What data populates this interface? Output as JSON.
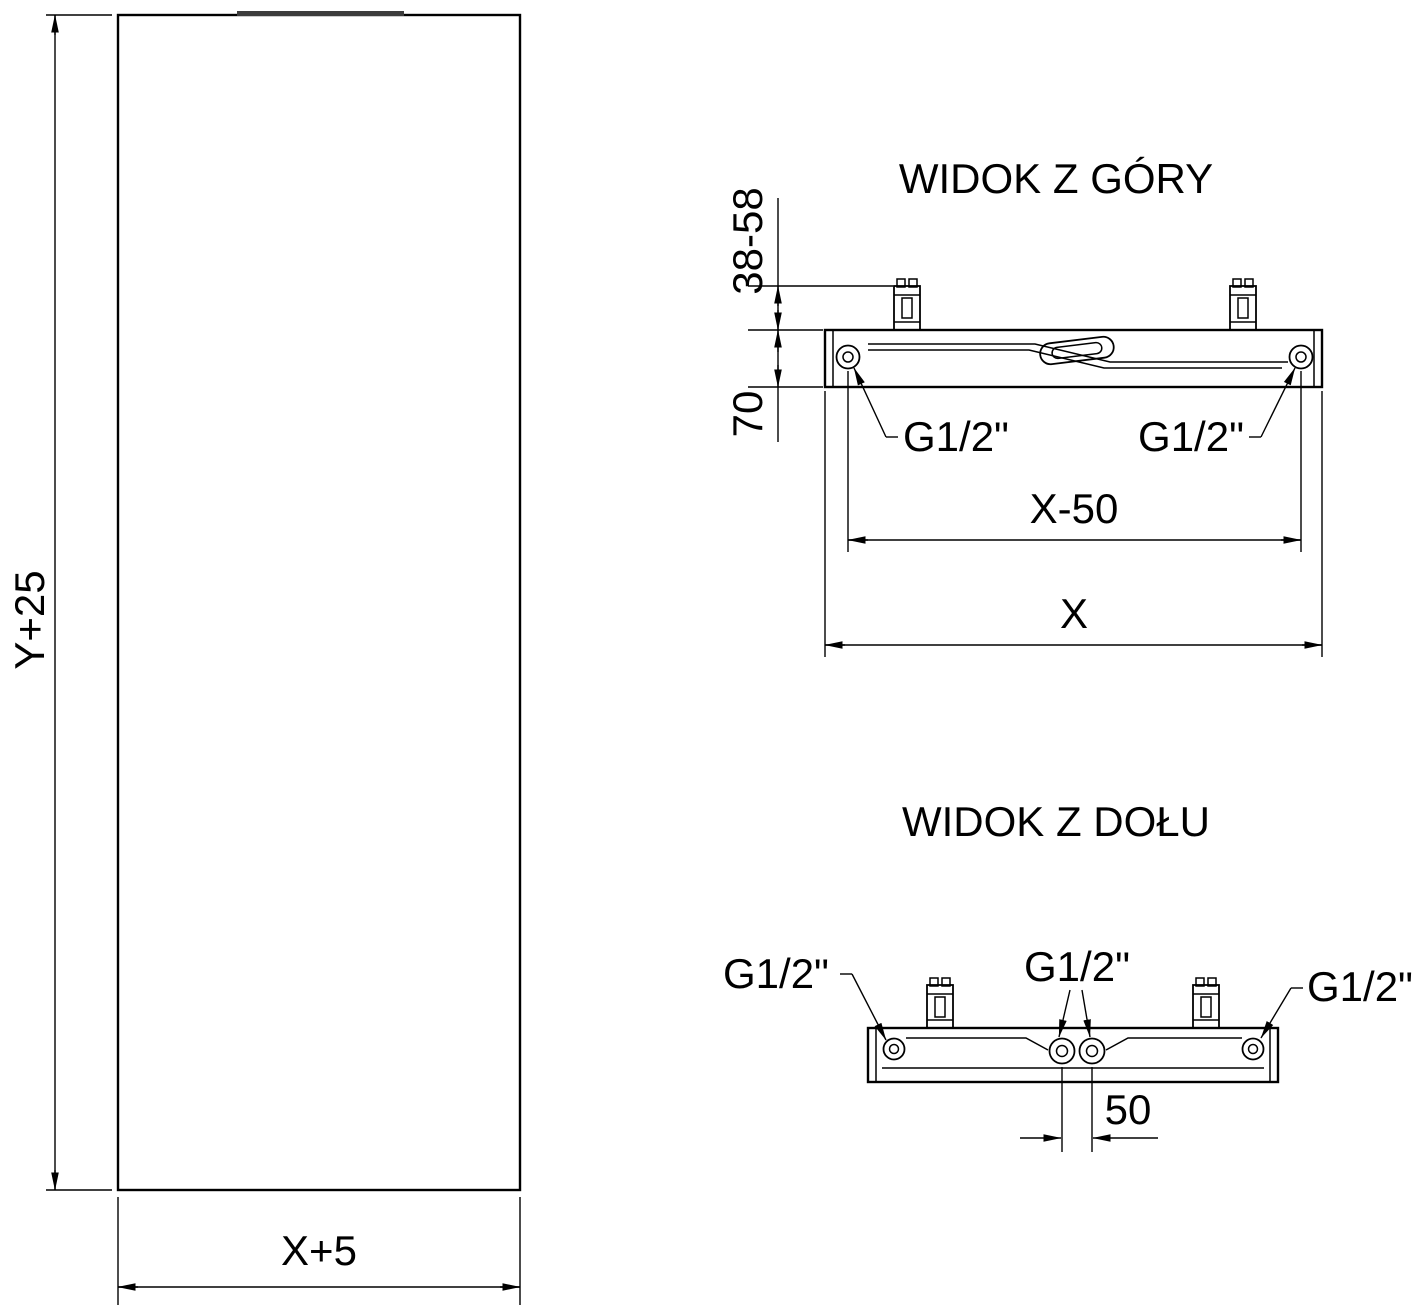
{
  "front_view": {
    "dim_height": "Y+25",
    "dim_width": "X+5"
  },
  "top_view": {
    "title": "WIDOK Z GÓRY",
    "dim_bracket": "38-58",
    "dim_depth": "70",
    "port_left": "G1/2\"",
    "port_right": "G1/2\"",
    "dim_ports": "X-50",
    "dim_total": "X"
  },
  "bottom_view": {
    "title": "WIDOK Z DOŁU",
    "port_left": "G1/2\"",
    "port_middle": "G1/2\"",
    "port_right": "G1/2\"",
    "dim_center_ports": "50"
  },
  "colors": {
    "line": "#000000",
    "background": "#ffffff"
  }
}
